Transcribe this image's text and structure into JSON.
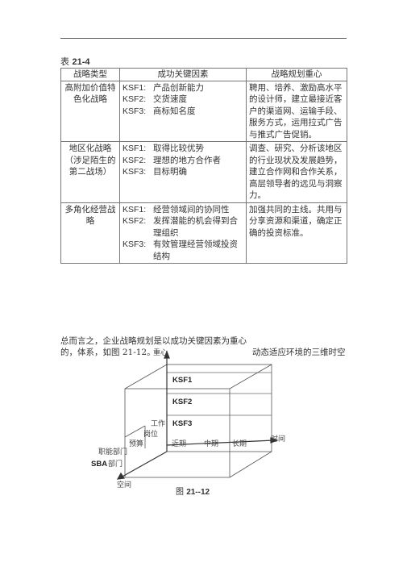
{
  "table": {
    "label_prefix": "表",
    "label_number": "21-4",
    "headers": [
      "战略类型",
      "成功关键因素",
      "战略规划重心"
    ],
    "rows": [
      {
        "type": "高附加价值特色化战略",
        "ksf": [
          {
            "k": "KSF1:",
            "v": "产品创新能力"
          },
          {
            "k": "KSF2:",
            "v": "交货速度"
          },
          {
            "k": "KSF3:",
            "v": "商标知名度"
          }
        ],
        "focus": "聘用、培养、激励高水平的设计师，建立最接近客户的渠道网、运输手段、服务方式，运用拉式广告与推式广告促销。"
      },
      {
        "type": "地区化战略（涉足陌生的第二战场）",
        "ksf": [
          {
            "k": "KSF1:",
            "v": "取得比较优势"
          },
          {
            "k": "KSF2:",
            "v": "理想的地方合作者"
          },
          {
            "k": "KSF3:",
            "v": "目标明确"
          }
        ],
        "focus": "调查、研究、分析该地区的行业现状及发展趋势，建立合作网和合作关系，高层领导者的远见与洞察力。"
      },
      {
        "type": "多角化经营战略",
        "ksf": [
          {
            "k": "KSF1:",
            "v": "经营领域间的协同性"
          },
          {
            "k": "KSF2:",
            "v": "发挥潜能的机会得到合理组织"
          },
          {
            "k": "KSF3:",
            "v": "有效管理经营领域投资结构"
          }
        ],
        "focus": "加强共同的主线。共用与分享资源和渠道，确定正确的投资标准。"
      }
    ]
  },
  "summary": {
    "text1": "总而言之，企业战略规划是以成功关键因素为重心的，体系，如图 21-12。",
    "text2": "动态适应环境的三维时空"
  },
  "diagram": {
    "axis_top": "重心",
    "ksf1": "KSF1",
    "ksf2": "KSF2",
    "ksf3": "KSF3",
    "work": "工作",
    "post": "岗位",
    "budget": "预算",
    "near": "近期",
    "mid": "中期",
    "long": "长期",
    "time": "时间",
    "dept": "职能部门",
    "sba_b": "SBA",
    "sba_t": "部门",
    "space": "空间"
  },
  "caption": {
    "prefix": "图",
    "number": "21--12"
  }
}
